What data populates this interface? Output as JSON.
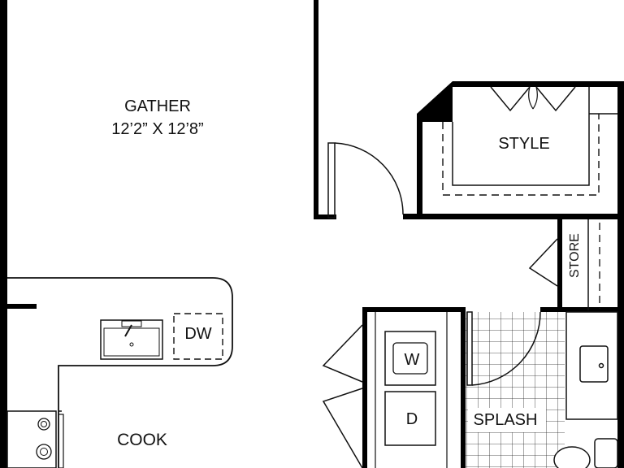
{
  "rooms": {
    "gather": {
      "name": "GATHER",
      "dimensions": "12’2” X 12’8”"
    },
    "style": {
      "name": "STYLE"
    },
    "store": {
      "name": "STORE"
    },
    "cook": {
      "name": "COOK"
    },
    "splash": {
      "name": "SPLASH"
    }
  },
  "fixtures": {
    "dishwasher": "DW",
    "washer": "W",
    "dryer": "D"
  },
  "colors": {
    "wall": "#000000",
    "background": "#ffffff",
    "line": "#111111"
  }
}
